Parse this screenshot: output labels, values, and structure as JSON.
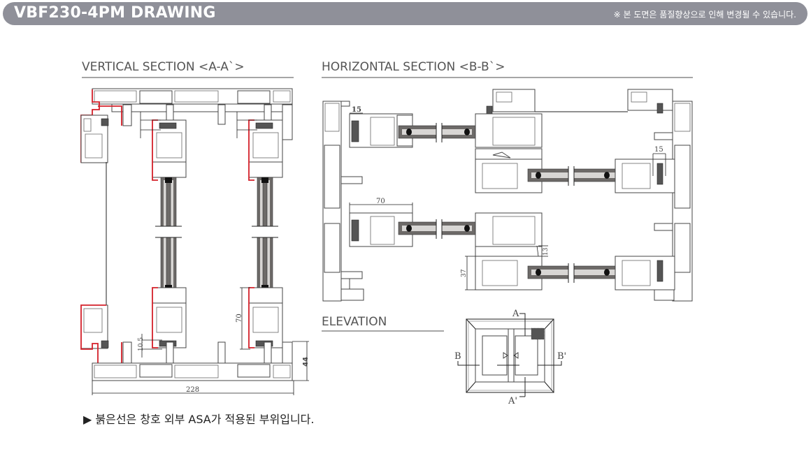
{
  "header": {
    "title": "VBF230-4PM DRAWING",
    "note": "※ 본 도면은 품질향상으로 인해 변경될 수 있습니다.",
    "background_color": "#8f9099"
  },
  "sections": {
    "vertical": {
      "title": "VERTICAL SECTION <A-A`>",
      "dimensions": {
        "width": "228",
        "height": "44",
        "sash": "70",
        "gap": "10.5"
      }
    },
    "horizontal": {
      "title": "HORIZONTAL SECTION <B-B`>",
      "dimensions": {
        "left_offset": "15",
        "right_offset": "15",
        "sash_width": "70",
        "overlap": "13",
        "rail": "37"
      }
    },
    "elevation": {
      "title": "ELEVATION",
      "labels": {
        "a_top": "A",
        "a_bottom": "A'",
        "b_left": "B",
        "b_right": "B'"
      }
    }
  },
  "footnote": "▶ 붉은선은 창호 외부 ASA가 적용된 부위입니다.",
  "colors": {
    "asa_line": "#d4202a",
    "title_text": "#555555",
    "rule": "#a6a6a6"
  }
}
